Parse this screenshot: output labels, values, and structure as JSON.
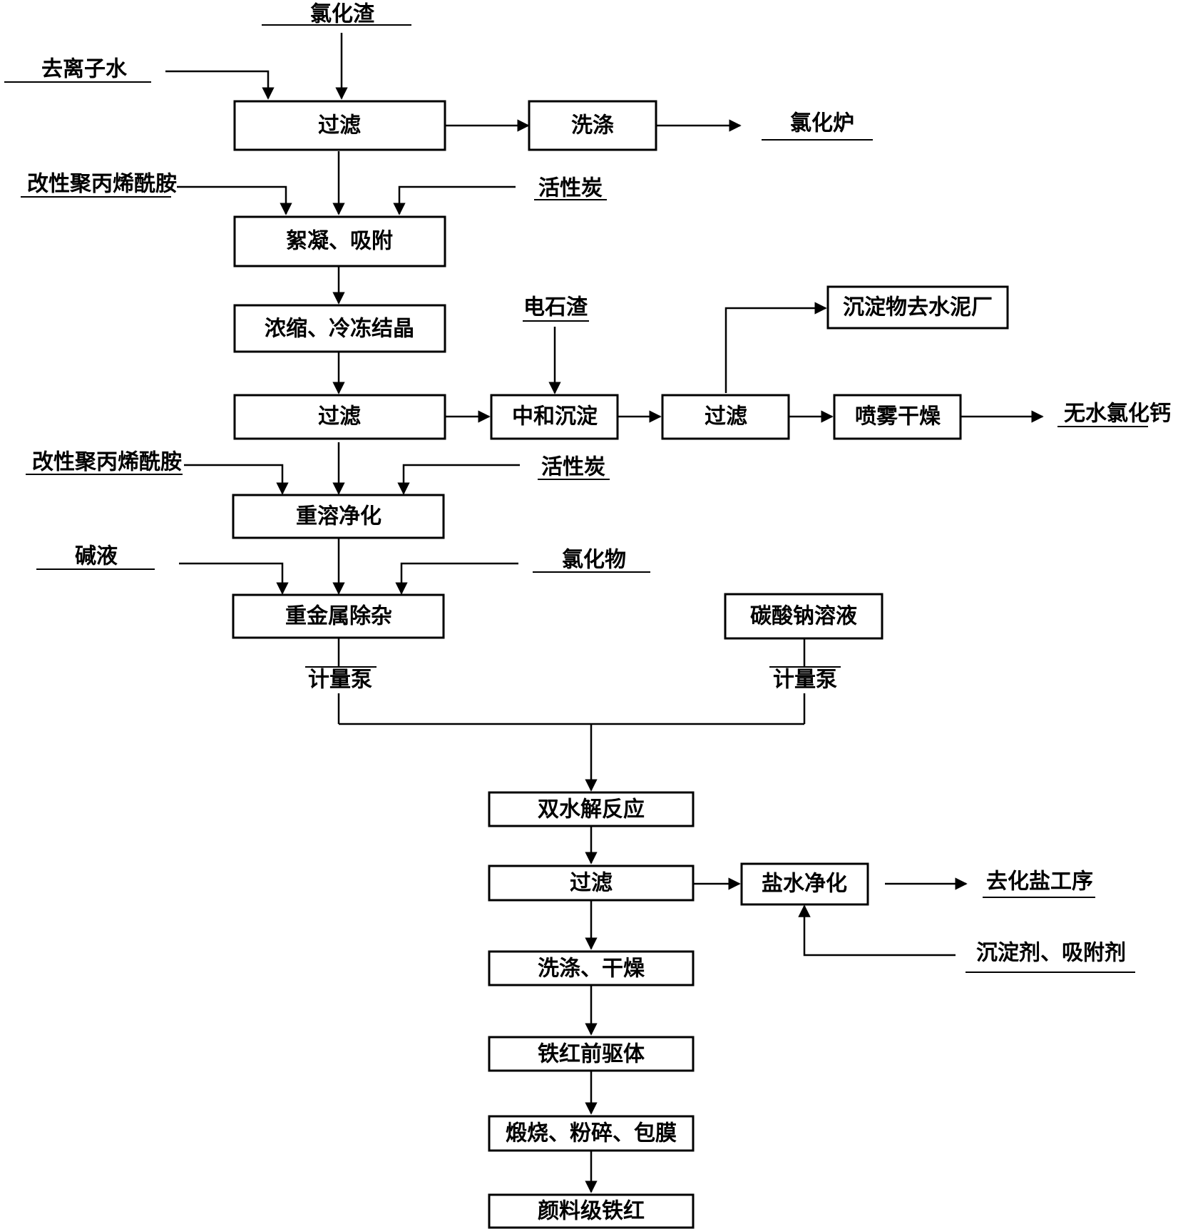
{
  "inputs": {
    "chlorination_slag": "氯化渣",
    "deionized_water": "去离子水",
    "modified_pam_1": "改性聚丙烯酰胺",
    "activated_carbon_1": "活性炭",
    "carbide_slag": "电石渣",
    "modified_pam_2": "改性聚丙烯酰胺",
    "activated_carbon_2": "活性炭",
    "alkali_liquor": "碱液",
    "sulfide": "氯化物",
    "precipitant_adsorbent": "沉淀剂、吸附剂"
  },
  "outputs": {
    "chlorination_furnace": "氯化炉",
    "anhydrous_cacl2": "无水氯化钙",
    "salt_process": "去化盐工序"
  },
  "steps": {
    "filter_1": "过滤",
    "wash_1": "洗涤",
    "flocculation": "絮凝、吸附",
    "concentrate": "浓缩、冷冻结晶",
    "filter_2": "过滤",
    "neutralize": "中和沉淀",
    "filter_3": "过滤",
    "spray_dry": "喷雾干燥",
    "sediment_cement": "沉淀物去水泥厂",
    "redissolve": "重溶净化",
    "heavy_metal": "重金属除杂",
    "sodium_carbonate": "碳酸钠溶液",
    "double_hydrolysis": "双水解反应",
    "filter_4": "过滤",
    "brine_purify": "盐水净化",
    "wash_dry": "洗涤、干燥",
    "precursor": "铁红前驱体",
    "calcine": "煅烧、粉碎、包膜",
    "pigment": "颜料级铁红"
  },
  "labels": {
    "pump_left": "计量泵",
    "pump_right": "计量泵"
  }
}
